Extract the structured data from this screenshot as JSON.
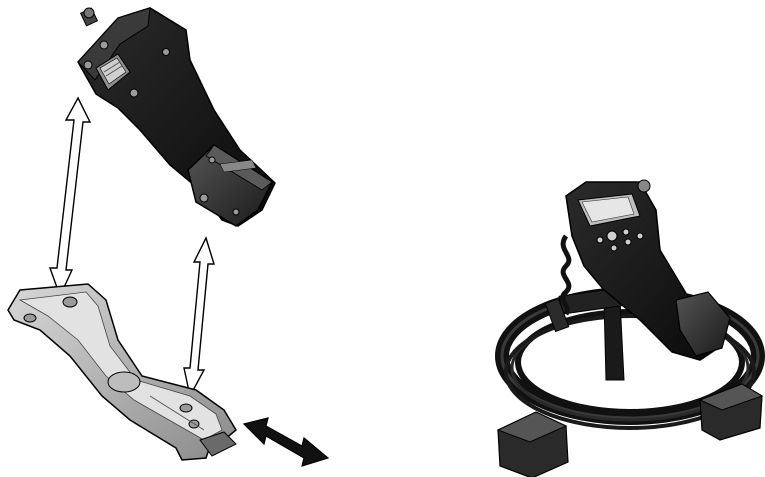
{
  "figure": {
    "left_panel": {
      "parts": [
        "camera-handle",
        "mounting-bracket"
      ],
      "arrows": [
        "attach-arrow-left",
        "attach-arrow-right",
        "slide-arrow"
      ]
    },
    "right_panel": {
      "parts": [
        "assembled-unit",
        "cable-reel"
      ]
    }
  },
  "colors": {
    "body_dark": "#111111",
    "body_mid": "#2a2a2a",
    "bracket_light": "#c8c8c8",
    "bracket_dark": "#7a7a7a",
    "outline": "#000000",
    "arrow_fill": "#ffffff"
  },
  "icons": {
    "arrow_up_down": "double-arrow-icon",
    "arrow_slide": "double-arrow-icon"
  }
}
